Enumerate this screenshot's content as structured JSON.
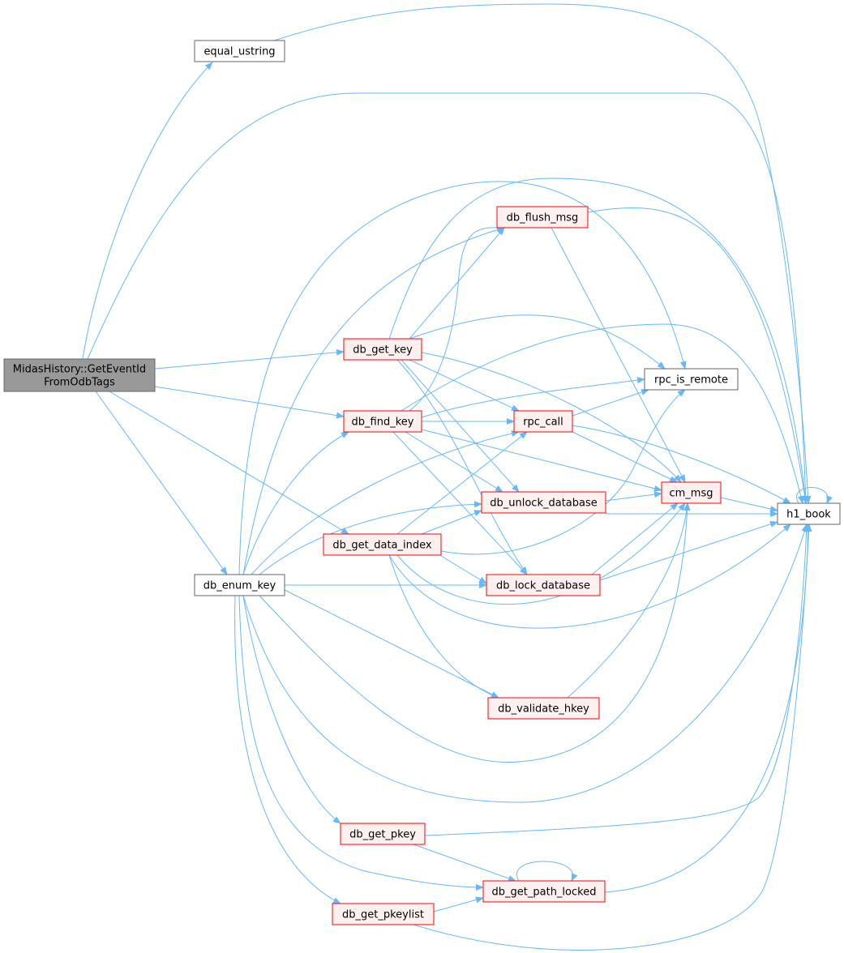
{
  "colors": {
    "edge": "#63b8ff",
    "root_fill": "#999999",
    "root_border": "#666666",
    "plain_fill": "#ffffff",
    "plain_border": "#666666",
    "red_fill": "#fff0f0",
    "red_border": "#ff0000"
  },
  "nodes": [
    {
      "id": "root",
      "lines": [
        "MidasHistory::GetEventId",
        "FromOdbTags"
      ],
      "style": "root"
    },
    {
      "id": "equal_ustring",
      "lines": [
        "equal_ustring"
      ],
      "style": "plain"
    },
    {
      "id": "db_get_key",
      "lines": [
        "db_get_key"
      ],
      "style": "red"
    },
    {
      "id": "db_find_key",
      "lines": [
        "db_find_key"
      ],
      "style": "red"
    },
    {
      "id": "db_get_data_index",
      "lines": [
        "db_get_data_index"
      ],
      "style": "red"
    },
    {
      "id": "db_enum_key",
      "lines": [
        "db_enum_key"
      ],
      "style": "plain"
    },
    {
      "id": "db_flush_msg",
      "lines": [
        "db_flush_msg"
      ],
      "style": "red"
    },
    {
      "id": "rpc_is_remote",
      "lines": [
        "rpc_is_remote"
      ],
      "style": "plain"
    },
    {
      "id": "rpc_call",
      "lines": [
        "rpc_call"
      ],
      "style": "red"
    },
    {
      "id": "db_unlock_database",
      "lines": [
        "db_unlock_database"
      ],
      "style": "red"
    },
    {
      "id": "cm_msg",
      "lines": [
        "cm_msg"
      ],
      "style": "red"
    },
    {
      "id": "h1_book",
      "lines": [
        "h1_book"
      ],
      "style": "plain"
    },
    {
      "id": "db_lock_database",
      "lines": [
        "db_lock_database"
      ],
      "style": "red"
    },
    {
      "id": "db_validate_hkey",
      "lines": [
        "db_validate_hkey"
      ],
      "style": "red"
    },
    {
      "id": "db_get_pkey",
      "lines": [
        "db_get_pkey"
      ],
      "style": "red"
    },
    {
      "id": "db_get_path_locked",
      "lines": [
        "db_get_path_locked"
      ],
      "style": "red"
    },
    {
      "id": "db_get_pkeylist",
      "lines": [
        "db_get_pkeylist"
      ],
      "style": "red"
    }
  ],
  "edges": [
    [
      "root",
      "equal_ustring"
    ],
    [
      "root",
      "h1_book"
    ],
    [
      "root",
      "db_get_key"
    ],
    [
      "root",
      "db_find_key"
    ],
    [
      "root",
      "db_get_data_index"
    ],
    [
      "root",
      "db_enum_key"
    ],
    [
      "equal_ustring",
      "h1_book"
    ],
    [
      "db_get_key",
      "db_flush_msg"
    ],
    [
      "db_get_key",
      "rpc_is_remote"
    ],
    [
      "db_get_key",
      "h1_book"
    ],
    [
      "db_get_key",
      "rpc_call"
    ],
    [
      "db_get_key",
      "db_unlock_database"
    ],
    [
      "db_get_key",
      "cm_msg"
    ],
    [
      "db_get_key",
      "db_lock_database"
    ],
    [
      "db_find_key",
      "db_flush_msg"
    ],
    [
      "db_find_key",
      "rpc_is_remote"
    ],
    [
      "db_find_key",
      "h1_book"
    ],
    [
      "db_find_key",
      "rpc_call"
    ],
    [
      "db_find_key",
      "db_unlock_database"
    ],
    [
      "db_find_key",
      "cm_msg"
    ],
    [
      "db_find_key",
      "db_lock_database"
    ],
    [
      "db_get_data_index",
      "rpc_is_remote"
    ],
    [
      "db_get_data_index",
      "rpc_call"
    ],
    [
      "db_get_data_index",
      "db_unlock_database"
    ],
    [
      "db_get_data_index",
      "db_lock_database"
    ],
    [
      "db_get_data_index",
      "cm_msg"
    ],
    [
      "db_get_data_index",
      "h1_book"
    ],
    [
      "db_get_data_index",
      "db_validate_hkey"
    ],
    [
      "db_enum_key",
      "db_flush_msg"
    ],
    [
      "db_enum_key",
      "rpc_is_remote"
    ],
    [
      "db_enum_key",
      "db_find_key"
    ],
    [
      "db_enum_key",
      "rpc_call"
    ],
    [
      "db_enum_key",
      "db_unlock_database"
    ],
    [
      "db_enum_key",
      "db_lock_database"
    ],
    [
      "db_enum_key",
      "db_validate_hkey"
    ],
    [
      "db_enum_key",
      "cm_msg"
    ],
    [
      "db_enum_key",
      "h1_book"
    ],
    [
      "db_enum_key",
      "db_get_pkey"
    ],
    [
      "db_enum_key",
      "db_get_path_locked"
    ],
    [
      "db_enum_key",
      "db_get_pkeylist"
    ],
    [
      "db_flush_msg",
      "h1_book"
    ],
    [
      "db_flush_msg",
      "cm_msg"
    ],
    [
      "rpc_call",
      "rpc_is_remote"
    ],
    [
      "rpc_call",
      "cm_msg"
    ],
    [
      "rpc_call",
      "h1_book"
    ],
    [
      "db_unlock_database",
      "cm_msg"
    ],
    [
      "db_unlock_database",
      "h1_book"
    ],
    [
      "cm_msg",
      "h1_book"
    ],
    [
      "h1_book",
      "h1_book"
    ],
    [
      "db_lock_database",
      "cm_msg"
    ],
    [
      "db_lock_database",
      "h1_book"
    ],
    [
      "db_validate_hkey",
      "cm_msg"
    ],
    [
      "db_get_pkey",
      "h1_book"
    ],
    [
      "db_get_pkey",
      "db_get_path_locked"
    ],
    [
      "db_get_path_locked",
      "db_get_path_locked"
    ],
    [
      "db_get_path_locked",
      "h1_book"
    ],
    [
      "db_get_pkeylist",
      "db_get_path_locked"
    ],
    [
      "db_get_pkeylist",
      "h1_book"
    ]
  ]
}
